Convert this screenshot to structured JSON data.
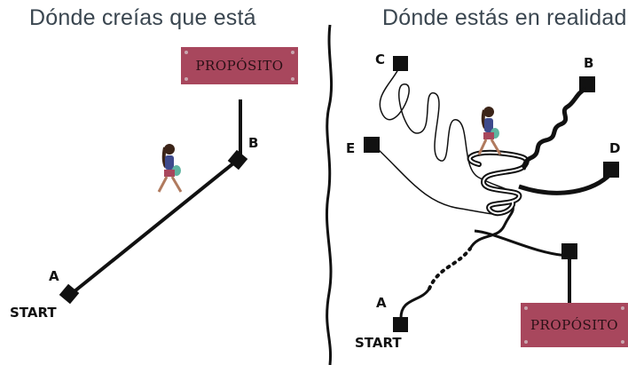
{
  "titles": {
    "left": "Dónde creías que está",
    "right": "Dónde estás en realidad"
  },
  "left_panel": {
    "start_label": "START",
    "point_a": "A",
    "point_b": "B",
    "sign_text": "PROPÓSITO"
  },
  "right_panel": {
    "start_label": "START",
    "point_a": "A",
    "point_b": "B",
    "point_c": "C",
    "point_d": "D",
    "point_e": "E",
    "sign_text": "PROPÓSITO"
  },
  "colors": {
    "sign": "#a8475d",
    "title": "#3a4650",
    "line": "#111111"
  }
}
